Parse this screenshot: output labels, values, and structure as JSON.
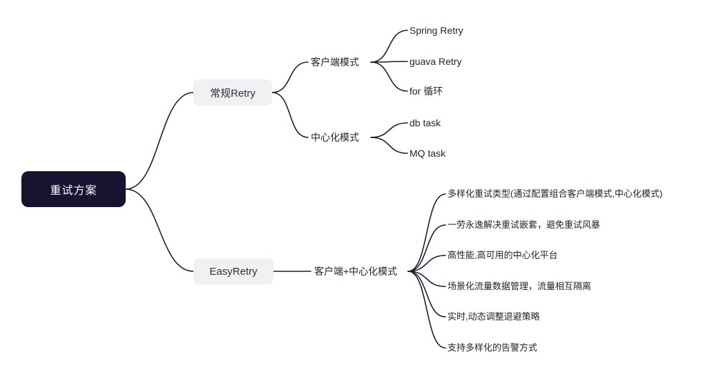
{
  "mindmap": {
    "root": {
      "label": "重试方案"
    },
    "branches": [
      {
        "label": "常规Retry",
        "children": [
          {
            "label": "客户端模式",
            "children": [
              {
                "label": "Spring Retry"
              },
              {
                "label": "guava Retry"
              },
              {
                "label": "for 循环"
              }
            ]
          },
          {
            "label": "中心化模式",
            "children": [
              {
                "label": "db task"
              },
              {
                "label": "MQ task"
              }
            ]
          }
        ]
      },
      {
        "label": "EasyRetry",
        "children": [
          {
            "label": "客户端+中心化模式",
            "children": [
              {
                "label": "多样化重试类型(通过配置组合客户端模式,中心化模式)"
              },
              {
                "label": "一劳永逸解决重试嵌套，避免重试风暴"
              },
              {
                "label": "高性能,高可用的中心化平台"
              },
              {
                "label": "场景化流量数据管理，流量相互隔离"
              },
              {
                "label": "实时,动态调整退避策略"
              },
              {
                "label": "支持多样化的告警方式"
              }
            ]
          }
        ]
      }
    ]
  },
  "colors": {
    "root_bg": "#161330",
    "root_text": "#ffffff",
    "branch_bg": "#f1f1f4",
    "branch_text": "#2b2c35",
    "line": "#1c1b30",
    "text": "#1f2128"
  }
}
